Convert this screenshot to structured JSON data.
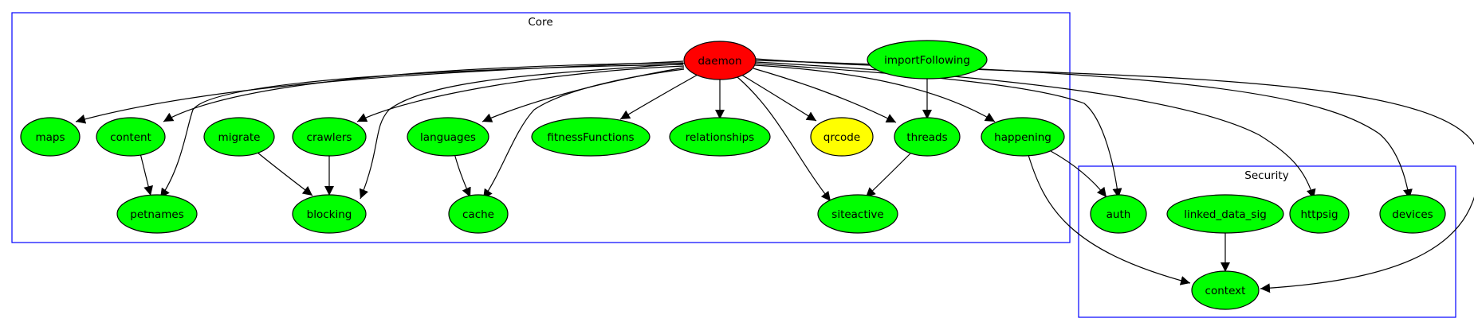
{
  "clusters": {
    "core": {
      "label": "Core",
      "border_color": "#0000ff"
    },
    "security": {
      "label": "Security",
      "border_color": "#0000ff"
    }
  },
  "nodes": [
    {
      "id": "daemon",
      "label": "daemon",
      "fill": "#ff0000"
    },
    {
      "id": "importFollowing",
      "label": "importFollowing",
      "fill": "#00ff00"
    },
    {
      "id": "maps",
      "label": "maps",
      "fill": "#00ff00"
    },
    {
      "id": "content",
      "label": "content",
      "fill": "#00ff00"
    },
    {
      "id": "migrate",
      "label": "migrate",
      "fill": "#00ff00"
    },
    {
      "id": "crawlers",
      "label": "crawlers",
      "fill": "#00ff00"
    },
    {
      "id": "languages",
      "label": "languages",
      "fill": "#00ff00"
    },
    {
      "id": "fitnessFunctions",
      "label": "fitnessFunctions",
      "fill": "#00ff00"
    },
    {
      "id": "relationships",
      "label": "relationships",
      "fill": "#00ff00"
    },
    {
      "id": "qrcode",
      "label": "qrcode",
      "fill": "#ffff00"
    },
    {
      "id": "threads",
      "label": "threads",
      "fill": "#00ff00"
    },
    {
      "id": "happening",
      "label": "happening",
      "fill": "#00ff00"
    },
    {
      "id": "petnames",
      "label": "petnames",
      "fill": "#00ff00"
    },
    {
      "id": "blocking",
      "label": "blocking",
      "fill": "#00ff00"
    },
    {
      "id": "cache",
      "label": "cache",
      "fill": "#00ff00"
    },
    {
      "id": "siteactive",
      "label": "siteactive",
      "fill": "#00ff00"
    },
    {
      "id": "auth",
      "label": "auth",
      "fill": "#00ff00"
    },
    {
      "id": "linked_data_sig",
      "label": "linked_data_sig",
      "fill": "#00ff00"
    },
    {
      "id": "httpsig",
      "label": "httpsig",
      "fill": "#00ff00"
    },
    {
      "id": "devices",
      "label": "devices",
      "fill": "#00ff00"
    },
    {
      "id": "context",
      "label": "context",
      "fill": "#00ff00"
    }
  ],
  "edges": [
    {
      "from": "daemon",
      "to": "maps"
    },
    {
      "from": "daemon",
      "to": "content"
    },
    {
      "from": "daemon",
      "to": "petnames"
    },
    {
      "from": "daemon",
      "to": "crawlers"
    },
    {
      "from": "daemon",
      "to": "blocking"
    },
    {
      "from": "daemon",
      "to": "languages"
    },
    {
      "from": "daemon",
      "to": "cache"
    },
    {
      "from": "daemon",
      "to": "fitnessFunctions"
    },
    {
      "from": "daemon",
      "to": "relationships"
    },
    {
      "from": "daemon",
      "to": "qrcode"
    },
    {
      "from": "daemon",
      "to": "siteactive"
    },
    {
      "from": "daemon",
      "to": "threads"
    },
    {
      "from": "daemon",
      "to": "happening"
    },
    {
      "from": "daemon",
      "to": "auth"
    },
    {
      "from": "daemon",
      "to": "httpsig"
    },
    {
      "from": "daemon",
      "to": "devices"
    },
    {
      "from": "daemon",
      "to": "context"
    },
    {
      "from": "importFollowing",
      "to": "threads"
    },
    {
      "from": "content",
      "to": "petnames"
    },
    {
      "from": "migrate",
      "to": "blocking"
    },
    {
      "from": "crawlers",
      "to": "blocking"
    },
    {
      "from": "languages",
      "to": "cache"
    },
    {
      "from": "threads",
      "to": "siteactive"
    },
    {
      "from": "happening",
      "to": "auth"
    },
    {
      "from": "happening",
      "to": "context"
    },
    {
      "from": "linked_data_sig",
      "to": "context"
    }
  ]
}
